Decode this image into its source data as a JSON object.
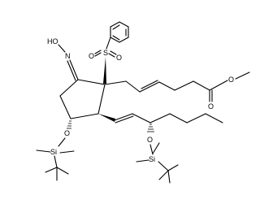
{
  "molecule": {
    "atom_labels": {
      "hydroxy": "HO",
      "oxime_n": "N",
      "sulfonyl_s": "S",
      "sulfonyl_o1": "O",
      "sulfonyl_o2": "O",
      "ester_o_single": "O",
      "ester_o_double": "O",
      "ring_oxy": "O",
      "ring_si": "Si",
      "chain_oxy": "O",
      "chain_si": "Si"
    }
  }
}
